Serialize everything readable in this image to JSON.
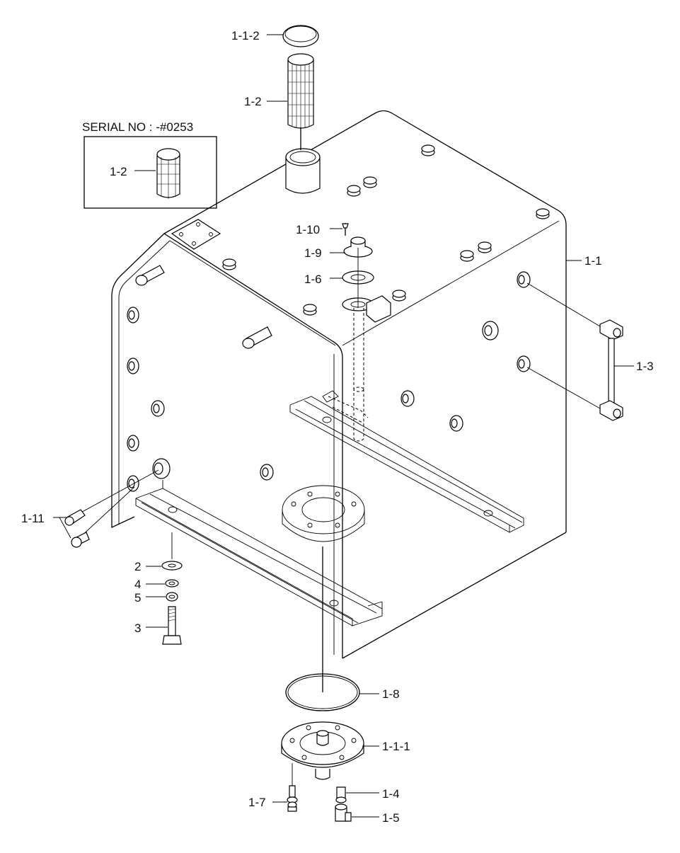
{
  "diagram": {
    "serial_note": "SERIAL NO : -#0253",
    "inset_label": "1-2",
    "callouts": [
      {
        "id": "c-1-1-2",
        "label": "1-1-2"
      },
      {
        "id": "c-1-2",
        "label": "1-2"
      },
      {
        "id": "c-1-10",
        "label": "1-10"
      },
      {
        "id": "c-1-9",
        "label": "1-9"
      },
      {
        "id": "c-1-6",
        "label": "1-6"
      },
      {
        "id": "c-1-1",
        "label": "1-1"
      },
      {
        "id": "c-1-3",
        "label": "1-3"
      },
      {
        "id": "c-1-11",
        "label": "1-11"
      },
      {
        "id": "c-2",
        "label": "2"
      },
      {
        "id": "c-4a",
        "label": "4"
      },
      {
        "id": "c-5a",
        "label": "5"
      },
      {
        "id": "c-3",
        "label": "3"
      },
      {
        "id": "c-1-8",
        "label": "1-8"
      },
      {
        "id": "c-1-1-1",
        "label": "1-1-1"
      },
      {
        "id": "c-1-7",
        "label": "1-7"
      },
      {
        "id": "c-1-4",
        "label": "1-4"
      },
      {
        "id": "c-1-5",
        "label": "1-5"
      }
    ]
  }
}
